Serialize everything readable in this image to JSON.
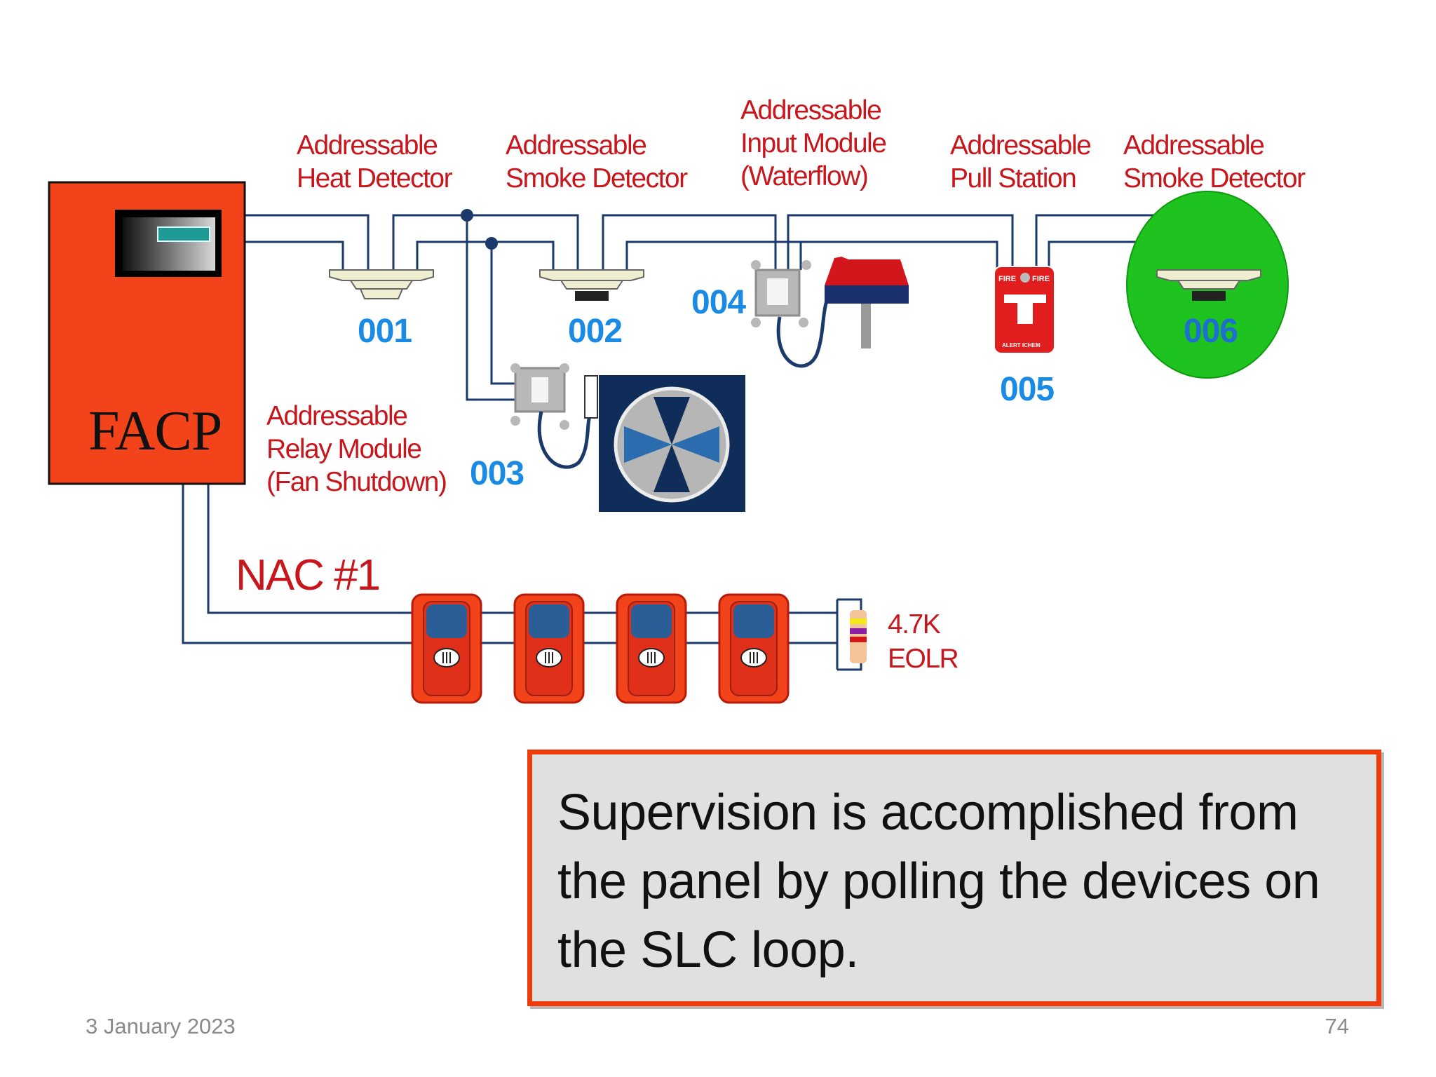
{
  "panel": {
    "label": "FACP"
  },
  "devices": [
    {
      "address": "001",
      "label": "Addressable\nHeat Detector"
    },
    {
      "address": "002",
      "label": "Addressable\nSmoke Detector"
    },
    {
      "address": "003",
      "label": "Addressable\nRelay Module\n(Fan Shutdown)"
    },
    {
      "address": "004",
      "label": "Addressable\nInput Module\n(Waterflow)"
    },
    {
      "address": "005",
      "label": "Addressable\nPull Station"
    },
    {
      "address": "006",
      "label": "Addressable\nSmoke Detector"
    }
  ],
  "nac": {
    "label": "NAC #1",
    "eol_value": "4.7K",
    "eol_label": "EOLR"
  },
  "pull_station_text": {
    "left": "FIRE",
    "right": "FIRE",
    "bottom": "ALERT ICHEM"
  },
  "callout": {
    "text": "Supervision is accomplished from the panel by polling the devices on the SLC loop."
  },
  "footer": {
    "date": "3 January 2023",
    "page": "74"
  },
  "colors": {
    "wire": "#1b3a6b",
    "panel": "#f2431a",
    "label_red": "#c8161d",
    "address_blue": "#1a8be4",
    "highlight_green": "#1fc31f",
    "callout_border": "#f03c0c",
    "callout_bg": "#e0e0e0"
  }
}
